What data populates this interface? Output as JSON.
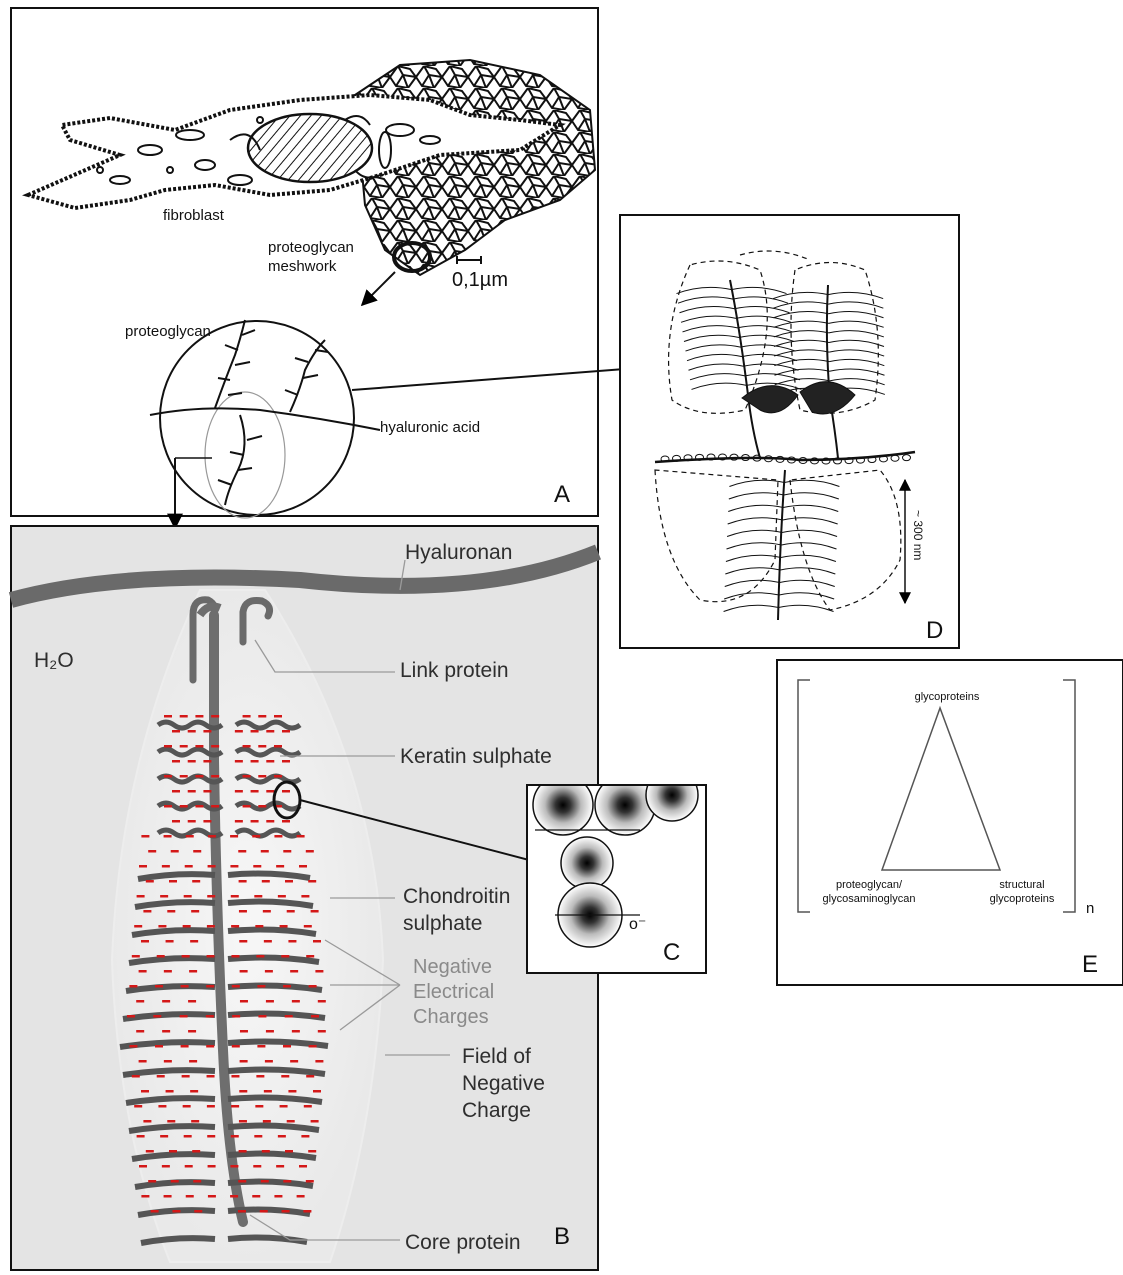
{
  "panelA": {
    "letter": "A",
    "fibroblast": "fibroblast",
    "meshwork_line1": "proteoglycan",
    "meshwork_line2": "meshwork",
    "scale": "0,1µm",
    "proteoglycan": "proteoglycan",
    "hyaluronic_acid": "hyaluronic acid"
  },
  "panelB": {
    "letter": "B",
    "water": "H₂O",
    "hyaluronan": "Hyaluronan",
    "link_protein": "Link protein",
    "keratin_sulphate": "Keratin sulphate",
    "chondroitin_line1": "Chondroitin",
    "chondroitin_line2": "sulphate",
    "neg_line1": "Negative",
    "neg_line2": "Electrical",
    "neg_line3": "Charges",
    "field_line1": "Field of",
    "field_line2": "Negative",
    "field_line3": "Charge",
    "core_protein": "Core protein"
  },
  "panelC": {
    "letter": "C",
    "ion": "o⁻"
  },
  "panelD": {
    "letter": "D",
    "scale": "~ 300 nm"
  },
  "panelE": {
    "letter": "E",
    "top": "glycoproteins",
    "left_line1": "proteoglycan/",
    "left_line2": "glycosaminoglycan",
    "right_line1": "structural",
    "right_line2": "glycoproteins",
    "exponent": "n"
  },
  "colors": {
    "charge": "#d41818",
    "chain": "#555555",
    "panelB_bg": "#e4e4e4"
  }
}
